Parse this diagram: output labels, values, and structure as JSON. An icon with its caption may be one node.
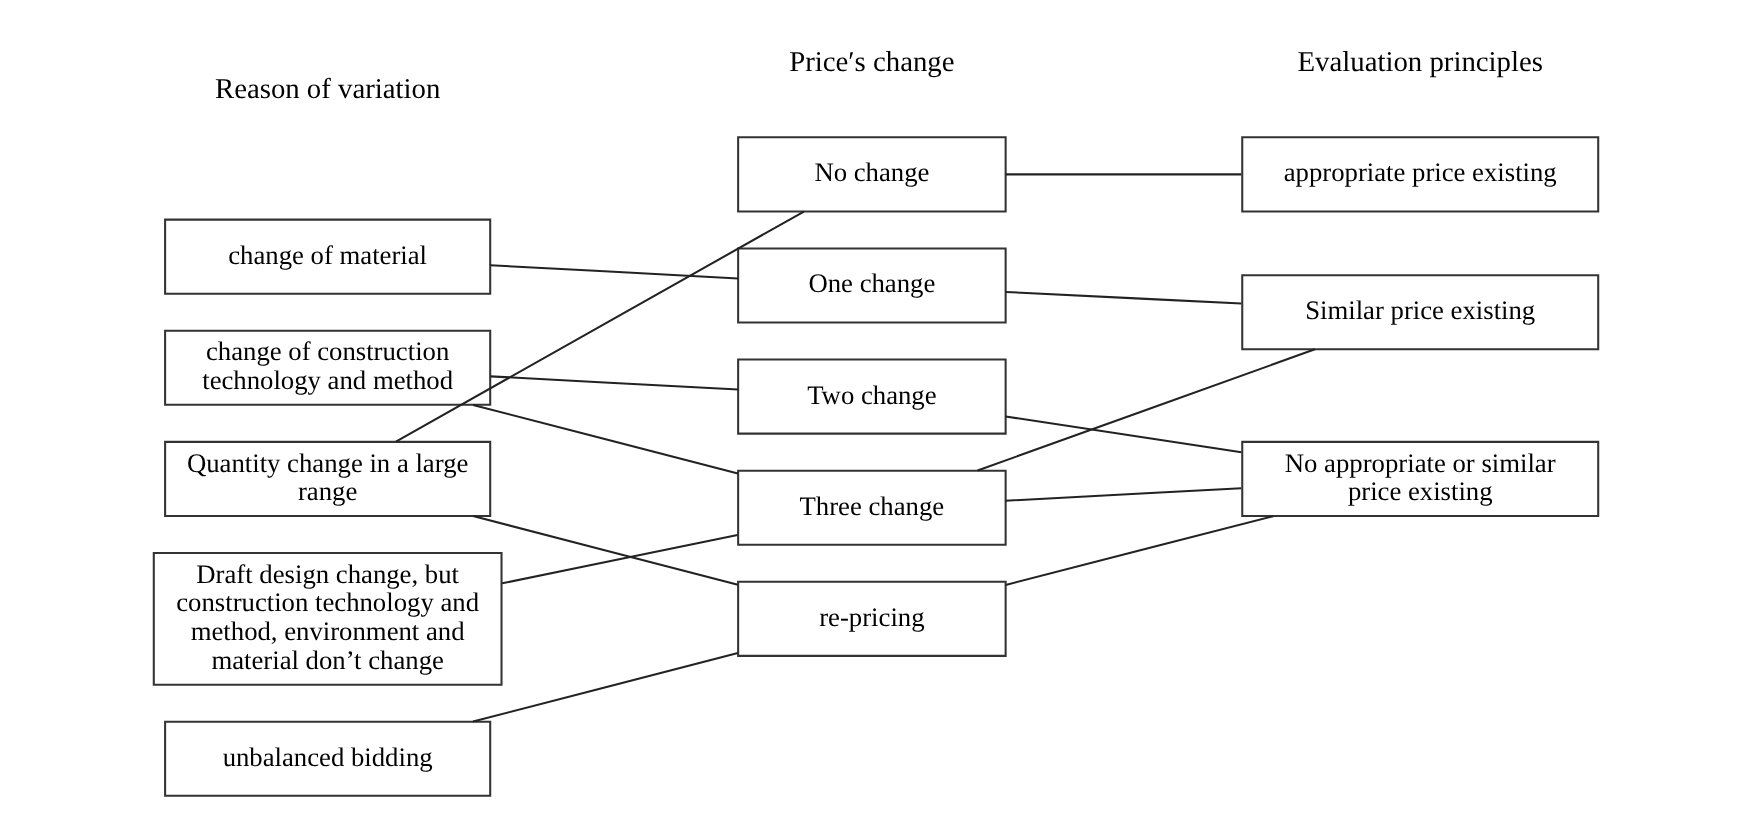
{
  "diagram": {
    "nodes": [
      {
        "text": [
          "change of material"
        ]
      },
      {
        "text": [
          "change of construction technology and method"
        ]
      },
      {
        "text": [
          "Quantity change in a large range"
        ]
      },
      {
        "text": [
          "Draft design change, but construction technology and method, environment and material don’t change"
        ]
      },
      {
        "text": [
          "unbalanced bidding"
        ]
      },
      {
        "text": [
          "No change"
        ]
      },
      {
        "text": [
          "One change"
        ]
      },
      {
        "text": [
          "Two change"
        ]
      },
      {
        "text": [
          "Three change"
        ]
      },
      {
        "text": [
          "re-pricing"
        ]
      },
      {
        "text": [
          "appropriate price existing"
        ]
      },
      {
        "text": [
          "Similar price existing"
        ]
      },
      {
        "text": [
          "No appropriate or similar price existing"
        ]
      }
    ],
    "edges": [
      {
        "from": 0,
        "to": 6,
        "arrow": "none"
      },
      {
        "from": 1,
        "to": 7,
        "arrow": "none"
      },
      {
        "from": 1,
        "to": 8,
        "arrow": "none"
      },
      {
        "from": 2,
        "to": 5,
        "arrow": "none"
      },
      {
        "from": 2,
        "to": 9,
        "arrow": "none"
      },
      {
        "from": 3,
        "to": 8,
        "arrow": "none"
      },
      {
        "from": 4,
        "to": 9,
        "arrow": "none"
      },
      {
        "from": 5,
        "to": 10,
        "arrow": "none"
      },
      {
        "from": 6,
        "to": 11,
        "arrow": "none"
      },
      {
        "from": 7,
        "to": 12,
        "arrow": "none"
      },
      {
        "from": 8,
        "to": 11,
        "arrow": "none"
      },
      {
        "from": 8,
        "to": 12,
        "arrow": "none"
      },
      {
        "from": 9,
        "to": 12,
        "arrow": "none"
      }
    ],
    "labels": [
      "Reason of variation",
      "Price′s change",
      "Evaluation principles"
    ]
  }
}
